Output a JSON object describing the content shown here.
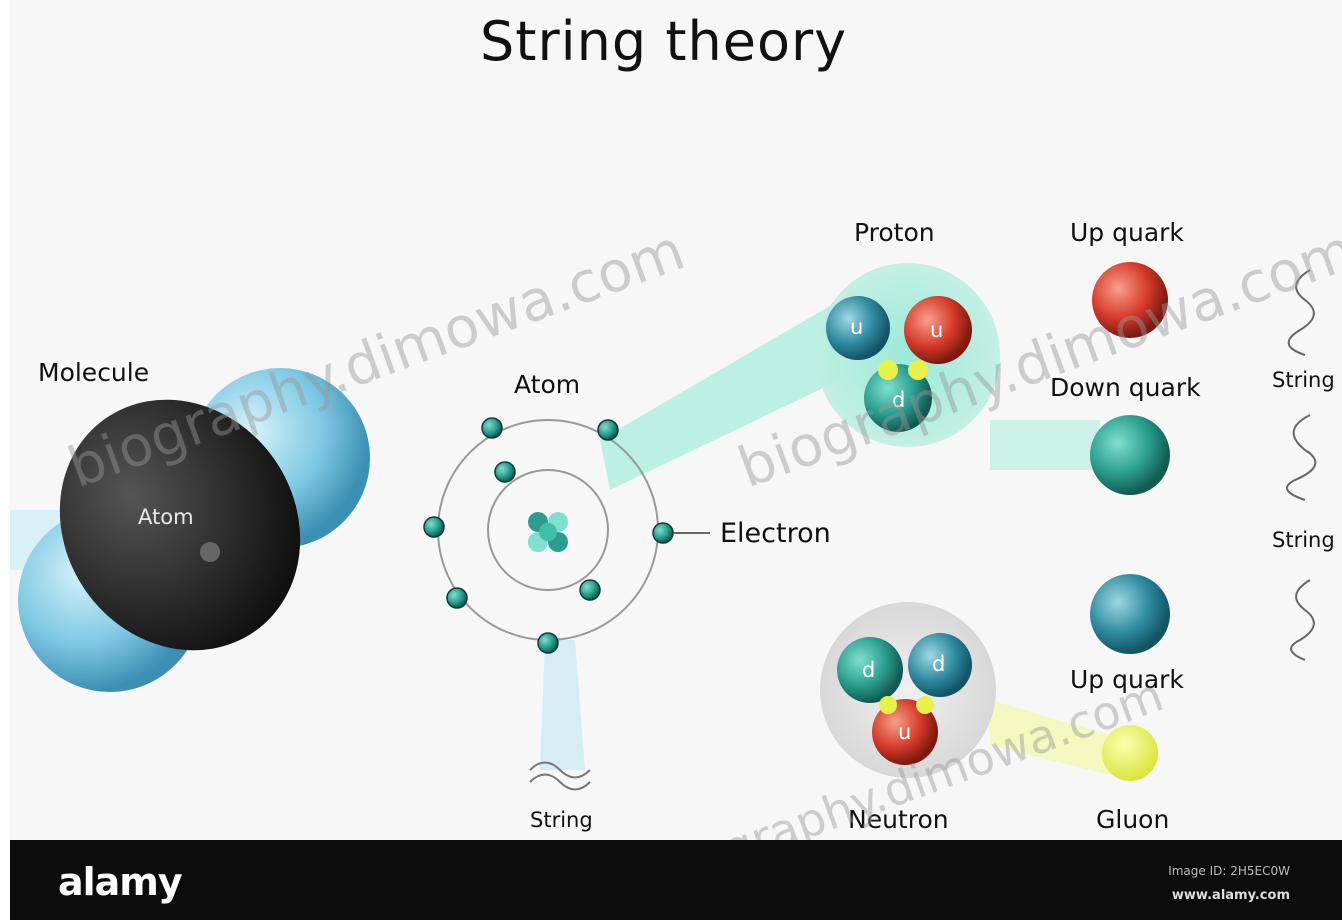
{
  "title": "String theory",
  "labels": {
    "molecule": "Molecule",
    "atom": "Atom",
    "molecule_atom": "Atom",
    "electron": "Electron",
    "proton": "Proton",
    "neutron": "Neutron",
    "up_quark_top": "Up quark",
    "down_quark": "Down quark",
    "up_quark_bottom": "Up quark",
    "gluon": "Gluon",
    "string_bottom": "String",
    "string_right_1": "String",
    "string_right_2": "String",
    "proton_u1": "u",
    "proton_u2": "u",
    "proton_d": "d",
    "neutron_d1": "d",
    "neutron_d2": "d",
    "neutron_u": "u"
  },
  "watermarks": [
    "biography.dimowa.com",
    "biography.dimowa.com",
    "biography.dimowa.com"
  ],
  "footer": {
    "logo": "alamy",
    "image_id": "Image ID: 2H5EC0W",
    "site": "www.alamy.com"
  },
  "colors": {
    "teal": "#2a9d8f",
    "light_blue": "#7ec8e3",
    "red": "#d63a2a",
    "yellow": "#e8f04a",
    "black": "#1a1a1a"
  }
}
